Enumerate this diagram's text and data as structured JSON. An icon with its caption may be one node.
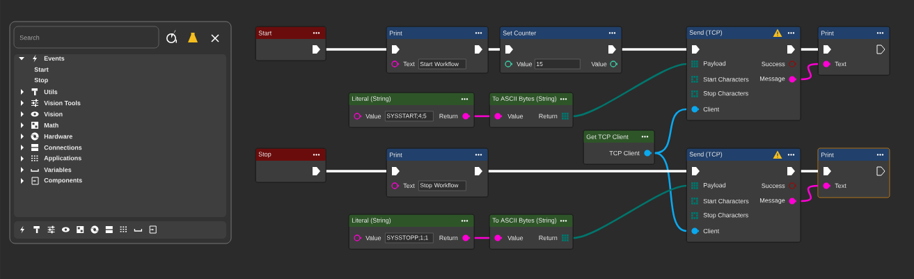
{
  "diagram": {
    "nodes": [
      {
        "text": [
          "Start"
        ]
      },
      {
        "text": [
          "Print",
          "Text",
          "Start Workflow"
        ]
      },
      {
        "text": [
          "Set Counter",
          "Value",
          "15",
          "Value"
        ]
      },
      {
        "text": [
          "Send (TCP)",
          "Payload",
          "Success",
          "Start Characters",
          "Message",
          "Stop Characters",
          "Client"
        ]
      },
      {
        "text": [
          "Print",
          "Text"
        ]
      },
      {
        "text": [
          "Literal (String)",
          "Value",
          "SYSSTART;4;5",
          "Return"
        ]
      },
      {
        "text": [
          "To ASCII Bytes (String)",
          "Value",
          "Return"
        ]
      },
      {
        "text": [
          "Get TCP Client",
          "TCP Client"
        ]
      },
      {
        "text": [
          "Stop"
        ]
      },
      {
        "text": [
          "Print",
          "Text",
          "Stop Workflow"
        ]
      },
      {
        "text": [
          "Send (TCP)",
          "Payload",
          "Success",
          "Start Characters",
          "Message",
          "Stop Characters",
          "Client"
        ]
      },
      {
        "text": [
          "Print",
          "Text"
        ]
      },
      {
        "text": [
          "Literal (String)",
          "Value",
          "SYSSTOPP;1;1",
          "Return"
        ]
      },
      {
        "text": [
          "To ASCII Bytes (String)",
          "Value",
          "Return"
        ]
      }
    ],
    "edges": [
      {
        "from": 0,
        "to": 1,
        "arrow": "none"
      },
      {
        "from": 1,
        "to": 2,
        "arrow": "none"
      },
      {
        "from": 2,
        "to": 3,
        "arrow": "none"
      },
      {
        "from": 3,
        "to": 4,
        "arrow": "none"
      },
      {
        "from": 3,
        "to": 4,
        "arrow": "none",
        "color": "#ff00d4"
      },
      {
        "from": 5,
        "to": 6,
        "arrow": "none",
        "color": "#ff00d4"
      },
      {
        "from": 6,
        "to": 3,
        "arrow": "none",
        "color": "#00756c"
      },
      {
        "from": 7,
        "to": 3,
        "arrow": "none",
        "color": "#0aa8ee"
      },
      {
        "from": 7,
        "to": 10,
        "arrow": "none",
        "color": "#0aa8ee"
      },
      {
        "from": 8,
        "to": 9,
        "arrow": "none"
      },
      {
        "from": 9,
        "to": 10,
        "arrow": "none"
      },
      {
        "from": 10,
        "to": 11,
        "arrow": "none"
      },
      {
        "from": 10,
        "to": 11,
        "arrow": "none",
        "color": "#ff00d4"
      },
      {
        "from": 12,
        "to": 13,
        "arrow": "none",
        "color": "#ff00d4"
      },
      {
        "from": 13,
        "to": 10,
        "arrow": "none",
        "color": "#00756c"
      }
    ],
    "labels": [
      "Search",
      "Events",
      "Start",
      "Stop",
      "Utils",
      "Vision Tools",
      "Vision",
      "Math",
      "Hardware",
      "Connections",
      "Applications",
      "Variables",
      "Components"
    ]
  }
}
